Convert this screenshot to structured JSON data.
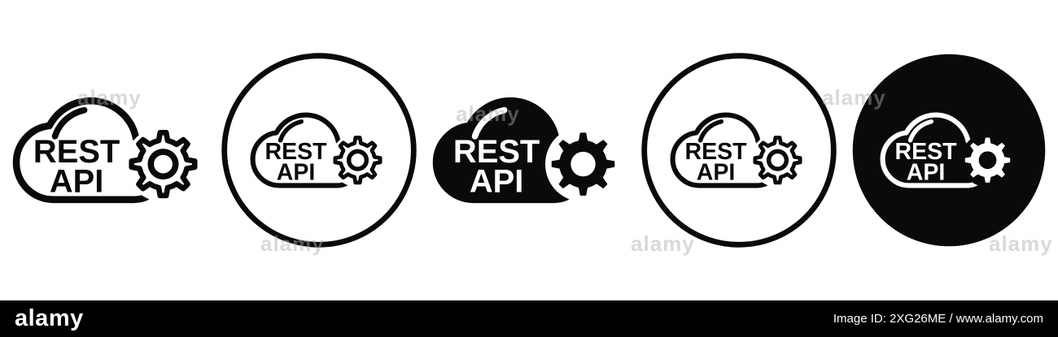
{
  "image": {
    "description": "REST API cloud and gear icon set, five style variants",
    "background": "#ffffff"
  },
  "colors": {
    "ink": "#0a0a0a",
    "paper": "#ffffff",
    "watermark": "#adadad",
    "footer_bg": "#000000",
    "footer_text": "#ffffff"
  },
  "icons": {
    "label_line1": "REST",
    "label_line2": "API",
    "variants": [
      {
        "name": "outline",
        "frame": "none",
        "style": "outline"
      },
      {
        "name": "outline-in-circle",
        "frame": "circle-outline",
        "style": "outline"
      },
      {
        "name": "solid-cloud",
        "frame": "none",
        "style": "filled-cloud"
      },
      {
        "name": "outline-in-circle",
        "frame": "circle-outline",
        "style": "outline"
      },
      {
        "name": "inverted-in-solid-circle",
        "frame": "circle-filled",
        "style": "outline"
      }
    ]
  },
  "watermark": {
    "text": "alamy"
  },
  "footer": {
    "brand": "alamy",
    "credit": "Image ID: 2XG26ME / www.alamy.com"
  }
}
